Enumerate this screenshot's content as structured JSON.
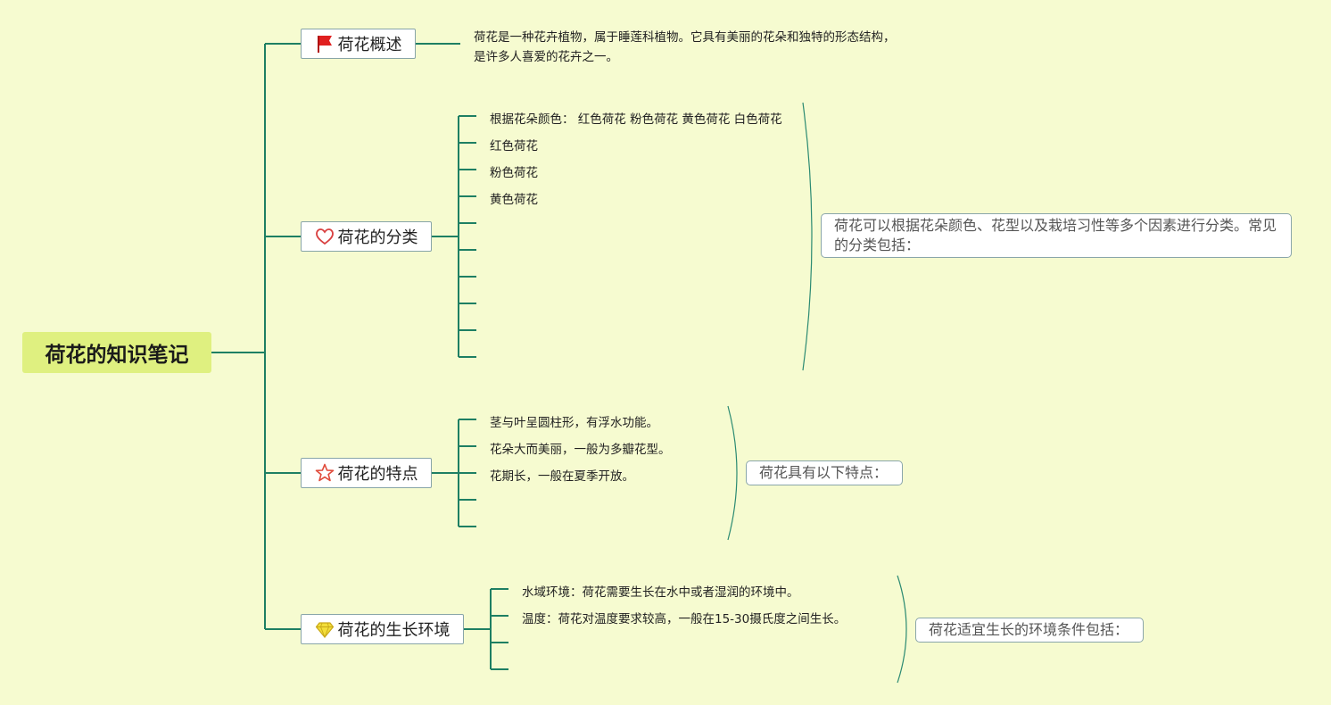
{
  "root": {
    "title": "荷花的知识笔记"
  },
  "topics": [
    {
      "label": "荷花概述",
      "icon": "red-flag-icon",
      "paragraph_lines": [
        "荷花是一种花卉植物，属于睡莲科植物。它具有美丽的花朵和独特的形态结构，",
        "是许多人喜爱的花卉之一。"
      ]
    },
    {
      "label": "荷花的分类",
      "icon": "heart-icon",
      "items": [
        "根据花朵颜色： 红色荷花 粉色荷花 黄色荷花 白色荷花",
        "红色荷花",
        "粉色荷花",
        "黄色荷花"
      ],
      "summary_lines": [
        "荷花可以根据花朵颜色、花型以及栽培习性等多个因素进行分类。常见",
        "的分类包括："
      ]
    },
    {
      "label": "荷花的特点",
      "icon": "star-icon",
      "items": [
        "茎与叶呈圆柱形，有浮水功能。",
        "花朵大而美丽，一般为多瓣花型。",
        "花期长，一般在夏季开放。"
      ],
      "summary_lines": [
        "荷花具有以下特点："
      ]
    },
    {
      "label": "荷花的生长环境",
      "icon": "diamond-icon",
      "items": [
        "水域环境：荷花需要生长在水中或者湿润的环境中。",
        "温度：荷花对温度要求较高，一般在15-30摄氏度之间生长。"
      ],
      "summary_lines": [
        "荷花适宜生长的环境条件包括："
      ]
    }
  ],
  "colors": {
    "background": "#f6fbd0",
    "root_fill": "#dff080",
    "connector": "#1e7f63",
    "flag": "#e02020",
    "heart": "#d94040",
    "star": "#e04a3a",
    "diamond": "#f3de3a"
  }
}
